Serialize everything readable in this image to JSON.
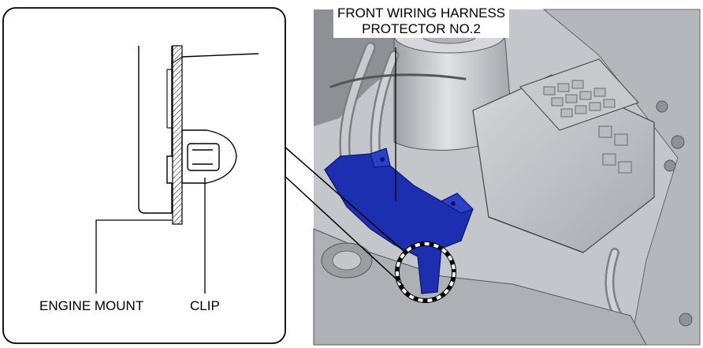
{
  "labels": {
    "harness_protector_line1": "FRONT WIRING HARNESS",
    "harness_protector_line2": "PROTECTOR NO.2",
    "engine_mount": "ENGINE MOUNT",
    "clip": "CLIP"
  },
  "colors": {
    "protector_highlight": "#1c2fb0",
    "photo_gray": "#b9bcc0",
    "line": "#000000"
  }
}
